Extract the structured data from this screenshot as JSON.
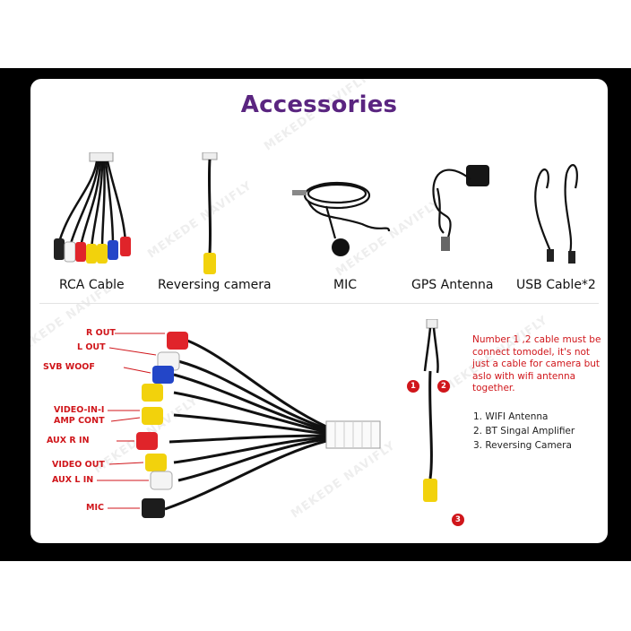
{
  "title": "Accessories",
  "accessories": [
    {
      "label": "RCA Cable"
    },
    {
      "label": "Reversing  camera"
    },
    {
      "label": "MIC"
    },
    {
      "label": "GPS Antenna"
    },
    {
      "label": "USB Cable*2"
    }
  ],
  "harness_labels": [
    "R OUT",
    "L OUT",
    "SVB WOOF",
    "VIDEO-IN-I",
    "AMP CONT",
    "AUX R IN",
    "VIDEO OUT",
    "AUX L IN",
    "MIC"
  ],
  "note": "Number 1 ,2 cable must be connect tomodel, it's not just a cable for camera but aslo with wifi antenna together.",
  "list": [
    "1. WIFI Antenna",
    "2. BT Singal Amplifier",
    "3. Reversing Camera"
  ],
  "badges": [
    "1",
    "2",
    "3"
  ],
  "watermark": "MEKEDE NAVIFLY",
  "colors": {
    "accent": "#5a2580",
    "label_red": "#d0161b",
    "rca_red": "#e0242a",
    "rca_yellow": "#f2d20c",
    "rca_white": "#f4f4f4",
    "rca_blue": "#2346c8"
  }
}
